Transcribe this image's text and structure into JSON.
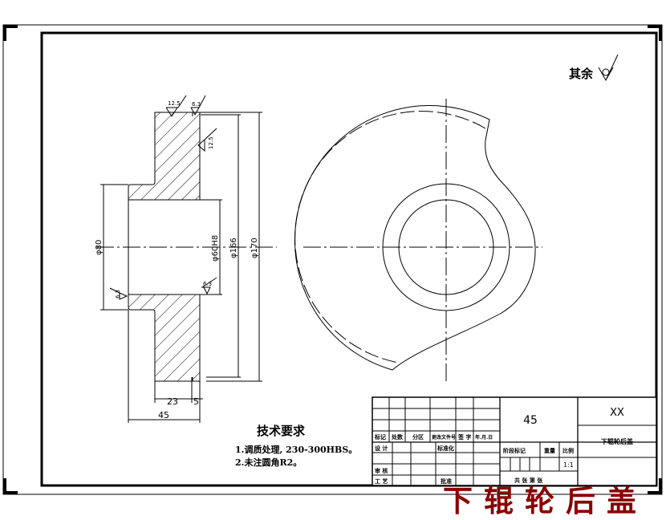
{
  "colors": {
    "line": "#000000",
    "overlay": "#8b0000"
  },
  "drawing": {
    "section_view": {
      "dims": {
        "d80": "φ80",
        "d60": "φ60H8",
        "d166": "φ166",
        "d170": "φ170",
        "w23": "23",
        "w5": "5",
        "w45": "45"
      },
      "roughness": [
        "12.5",
        "6.3",
        "12.5",
        "6.3",
        "6.3"
      ]
    },
    "other_roughness": "其余",
    "tech_req": {
      "title": "技术要求",
      "items": [
        "1.调质处理, 230-300HBS。",
        "2.未注圆角R2。"
      ]
    }
  },
  "title_block": {
    "revision_headers": [
      "标记",
      "处数",
      "分区",
      "更改文件号",
      "签 字",
      "年.月.日"
    ],
    "design": "设 计",
    "standardization": "标准化",
    "review": "审 核",
    "process": "工 艺",
    "approve": "批准",
    "material": "45",
    "stage_mark": "阶段标记",
    "weight": "重量",
    "scale_label": "比例",
    "scale": "1:1",
    "sheets": "共 张 第 张",
    "company": "XX",
    "part_name": "下辊轮后盖"
  },
  "overlay_title": "下辊轮后盖"
}
